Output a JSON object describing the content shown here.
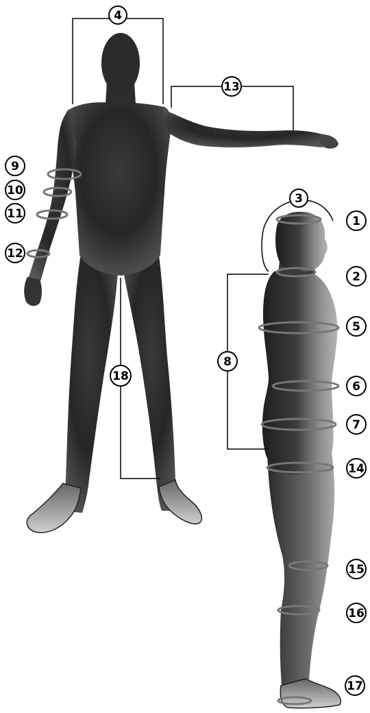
{
  "callouts": [
    {
      "id": "callout-1",
      "label": "1"
    },
    {
      "id": "callout-2",
      "label": "2"
    },
    {
      "id": "callout-3",
      "label": "3"
    },
    {
      "id": "callout-4",
      "label": "4"
    },
    {
      "id": "callout-5",
      "label": "5"
    },
    {
      "id": "callout-6",
      "label": "6"
    },
    {
      "id": "callout-7",
      "label": "7"
    },
    {
      "id": "callout-8",
      "label": "8"
    },
    {
      "id": "callout-9",
      "label": "9"
    },
    {
      "id": "callout-10",
      "label": "10"
    },
    {
      "id": "callout-11",
      "label": "11"
    },
    {
      "id": "callout-12",
      "label": "12"
    },
    {
      "id": "callout-13",
      "label": "13"
    },
    {
      "id": "callout-14",
      "label": "14"
    },
    {
      "id": "callout-15",
      "label": "15"
    },
    {
      "id": "callout-16",
      "label": "16"
    },
    {
      "id": "callout-17",
      "label": "17"
    },
    {
      "id": "callout-18",
      "label": "18"
    }
  ]
}
